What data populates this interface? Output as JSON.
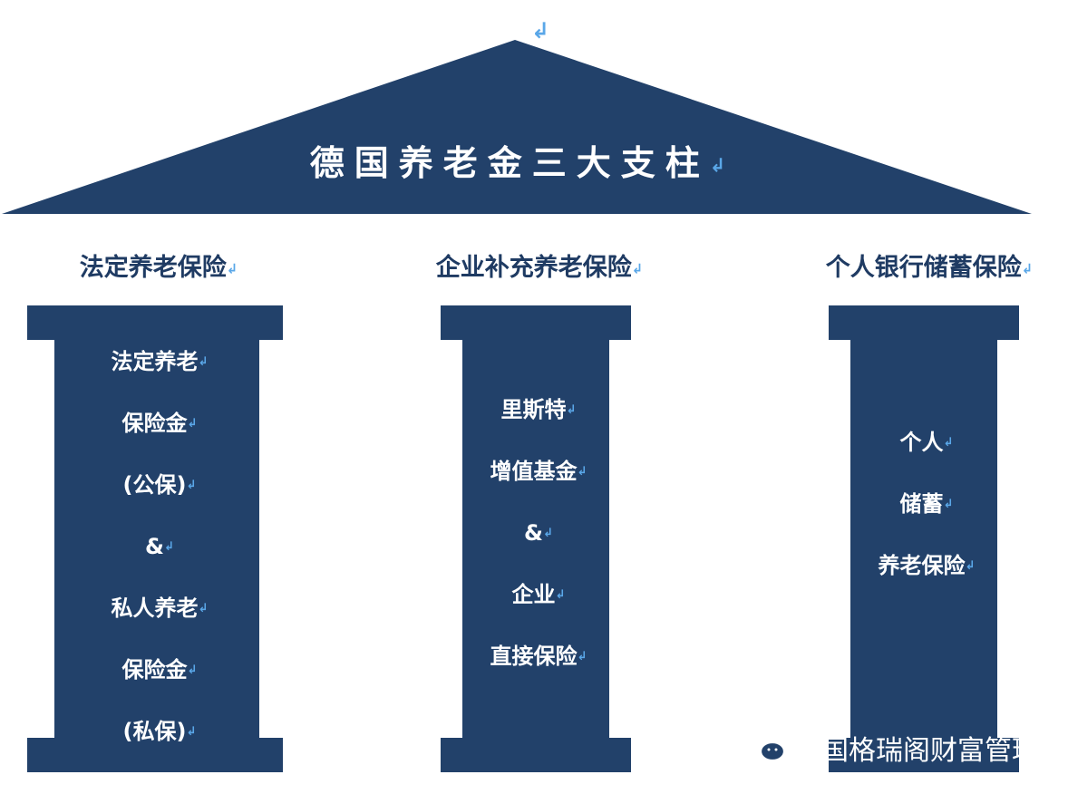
{
  "roof": {
    "title": "德国养老金三大支柱"
  },
  "pillars": [
    {
      "title": "法定养老保险",
      "lines": [
        "法定养老",
        "保险金",
        "(公保)",
        "&",
        "私人养老",
        "保险金",
        "(私保)"
      ]
    },
    {
      "title": "企业补充养老保险",
      "lines": [
        "里斯特",
        "增值基金",
        "&",
        "企业",
        "直接保险"
      ]
    },
    {
      "title": "个人银行储蓄保险",
      "lines": [
        "个人",
        "储蓄",
        "养老保险"
      ]
    }
  ],
  "watermark": {
    "text": "德国格瑞阁财富管理",
    "icon": "wechat-icon"
  },
  "paragraph_mark": "↲",
  "colors": {
    "pillar": "#22416a",
    "title": "#1f3b63",
    "mark": "#5aa7e8"
  }
}
